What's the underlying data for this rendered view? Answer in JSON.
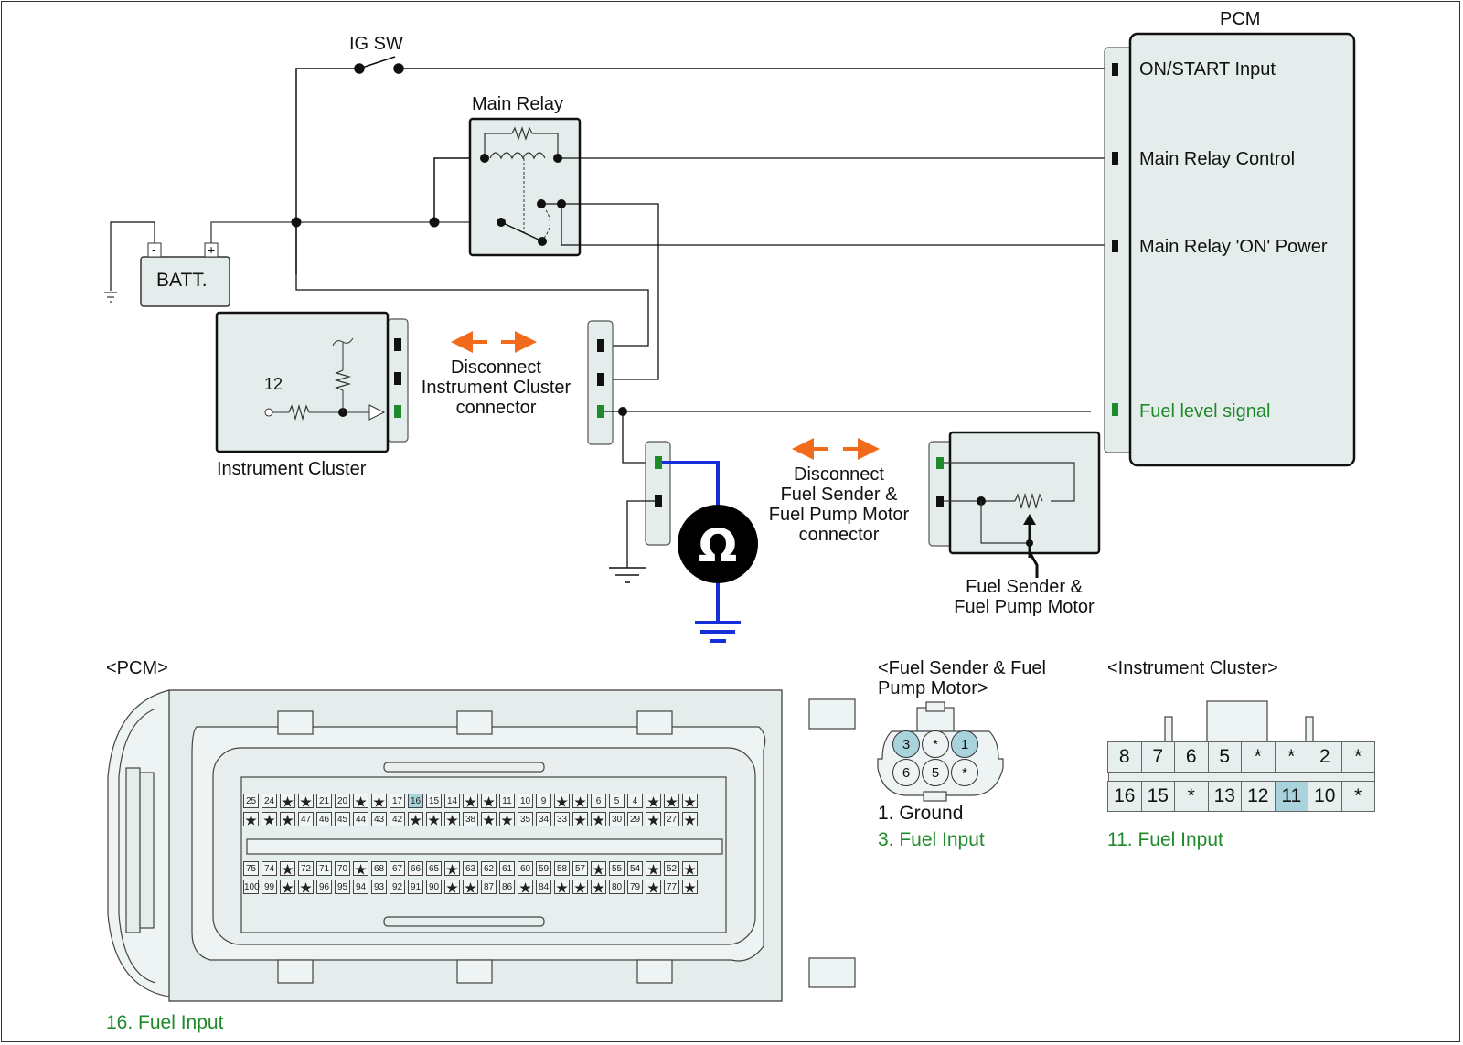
{
  "diagram": {
    "labels": {
      "ig_sw": "IG SW",
      "main_relay": "Main Relay",
      "battery": "BATT.",
      "battery_neg": "-",
      "battery_pos": "+",
      "pcm_title": "PCM",
      "instrument_cluster": "Instrument Cluster",
      "cluster_pin_number": "12",
      "disconnect_ic": [
        "Disconnect",
        "Instrument Cluster",
        "connector"
      ],
      "disconnect_fs": [
        "Disconnect",
        "Fuel Sender &",
        "Fuel Pump Motor",
        "connector"
      ],
      "fuel_sender": [
        "Fuel Sender &",
        "Fuel Pump Motor"
      ],
      "ohmmeter_symbol": "Ω"
    },
    "pcm_pins": [
      {
        "label": "ON/START Input",
        "highlight": false
      },
      {
        "label": "Main Relay Control",
        "highlight": false
      },
      {
        "label": "Main Relay 'ON' Power",
        "highlight": false
      },
      {
        "label": "Fuel level signal",
        "highlight": true
      }
    ],
    "colors": {
      "highlight_text": "#1f8a2a",
      "meter_lead": "#1530d8",
      "disconnect_arrow": "#f26a1b",
      "component_fill": "#e4ecec",
      "pin_highlight": "#a9d3dc"
    }
  },
  "connectors": {
    "pcm": {
      "title": "<PCM>",
      "rows": [
        [
          "25",
          "24",
          "★",
          "★",
          "21",
          "20",
          "★",
          "★",
          "17",
          "16",
          "15",
          "14",
          "★",
          "★",
          "11",
          "10",
          "9",
          "★",
          "★",
          "6",
          "5",
          "4",
          "★",
          "★",
          "★"
        ],
        [
          "★",
          "★",
          "★",
          "47",
          "46",
          "45",
          "44",
          "43",
          "42",
          "★",
          "★",
          "★",
          "38",
          "★",
          "★",
          "35",
          "34",
          "33",
          "★",
          "★",
          "30",
          "29",
          "★",
          "27",
          "★"
        ],
        [
          "75",
          "74",
          "★",
          "72",
          "71",
          "70",
          "★",
          "68",
          "67",
          "66",
          "65",
          "★",
          "63",
          "62",
          "61",
          "60",
          "59",
          "58",
          "57",
          "★",
          "55",
          "54",
          "★",
          "52",
          "★"
        ],
        [
          "100",
          "99",
          "★",
          "★",
          "96",
          "95",
          "94",
          "93",
          "92",
          "91",
          "90",
          "★",
          "★",
          "87",
          "86",
          "★",
          "84",
          "★",
          "★",
          "★",
          "80",
          "79",
          "★",
          "77",
          "★"
        ]
      ],
      "highlighted_pin": "16",
      "notes": [
        "16. Fuel Input"
      ]
    },
    "fuel_sender": {
      "title": [
        "<Fuel Sender & Fuel",
        "Pump Motor>"
      ],
      "rows": [
        [
          "3",
          "*",
          "1"
        ],
        [
          "6",
          "5",
          "*"
        ]
      ],
      "highlighted_pins": [
        "3",
        "1"
      ],
      "notes": [
        {
          "text": "1. Ground",
          "highlight": false
        },
        {
          "text": "3. Fuel Input",
          "highlight": true
        }
      ]
    },
    "instrument_cluster": {
      "title": "<Instrument Cluster>",
      "rows": [
        [
          "8",
          "7",
          "6",
          "5",
          "*",
          "*",
          "2",
          "*"
        ],
        [
          "16",
          "15",
          "*",
          "13",
          "12",
          "11",
          "10",
          "*"
        ]
      ],
      "highlighted_pin": "11",
      "notes": [
        "11. Fuel Input"
      ]
    }
  }
}
